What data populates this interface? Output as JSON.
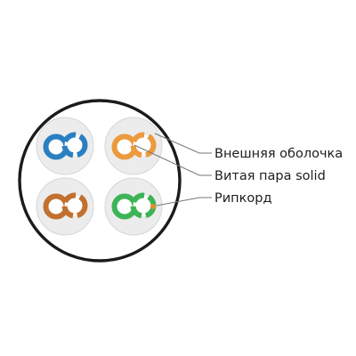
{
  "labels": {
    "outer_jacket": "Внешняя оболочка",
    "twisted_pair": "Витая пара solid",
    "ripcord": "Рипкорд"
  },
  "pairs": [
    {
      "position": "top-left",
      "color_name": "blue"
    },
    {
      "position": "top-right",
      "color_name": "orange"
    },
    {
      "position": "bottom-left",
      "color_name": "brown"
    },
    {
      "position": "bottom-right",
      "color_name": "green"
    }
  ],
  "colors": {
    "jacket_stroke": "#1b1b1b",
    "pair_background": "#ececec",
    "pair_ring": "#d6d6d6",
    "blue": "#2a7fc1",
    "orange": "#ec9a3e",
    "brown": "#c2702f",
    "green": "#3db456",
    "ripcord": "#e98a2a",
    "leader_line": "#777777",
    "label_text": "#1d1d1d"
  }
}
